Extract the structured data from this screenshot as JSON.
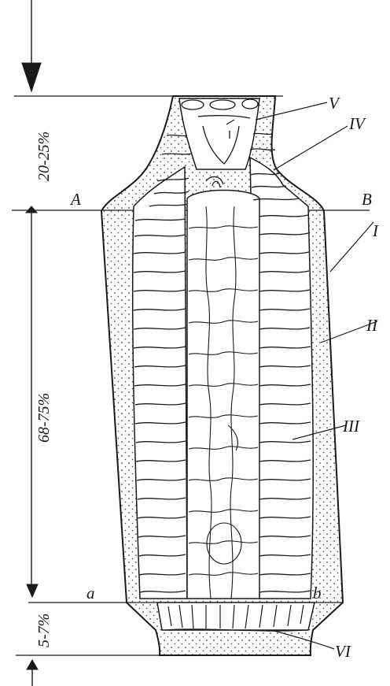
{
  "labels": {
    "A": "A",
    "B": "B",
    "a": "a",
    "b": "b",
    "I": "I",
    "II": "II",
    "III": "III",
    "IV": "IV",
    "V": "V",
    "VI": "VI"
  },
  "dimensions": {
    "top": "20-25%",
    "middle": "68-75%",
    "bottom": "5-7%"
  },
  "colors": {
    "ink": "#1a1a1a",
    "background": "#ffffff"
  }
}
